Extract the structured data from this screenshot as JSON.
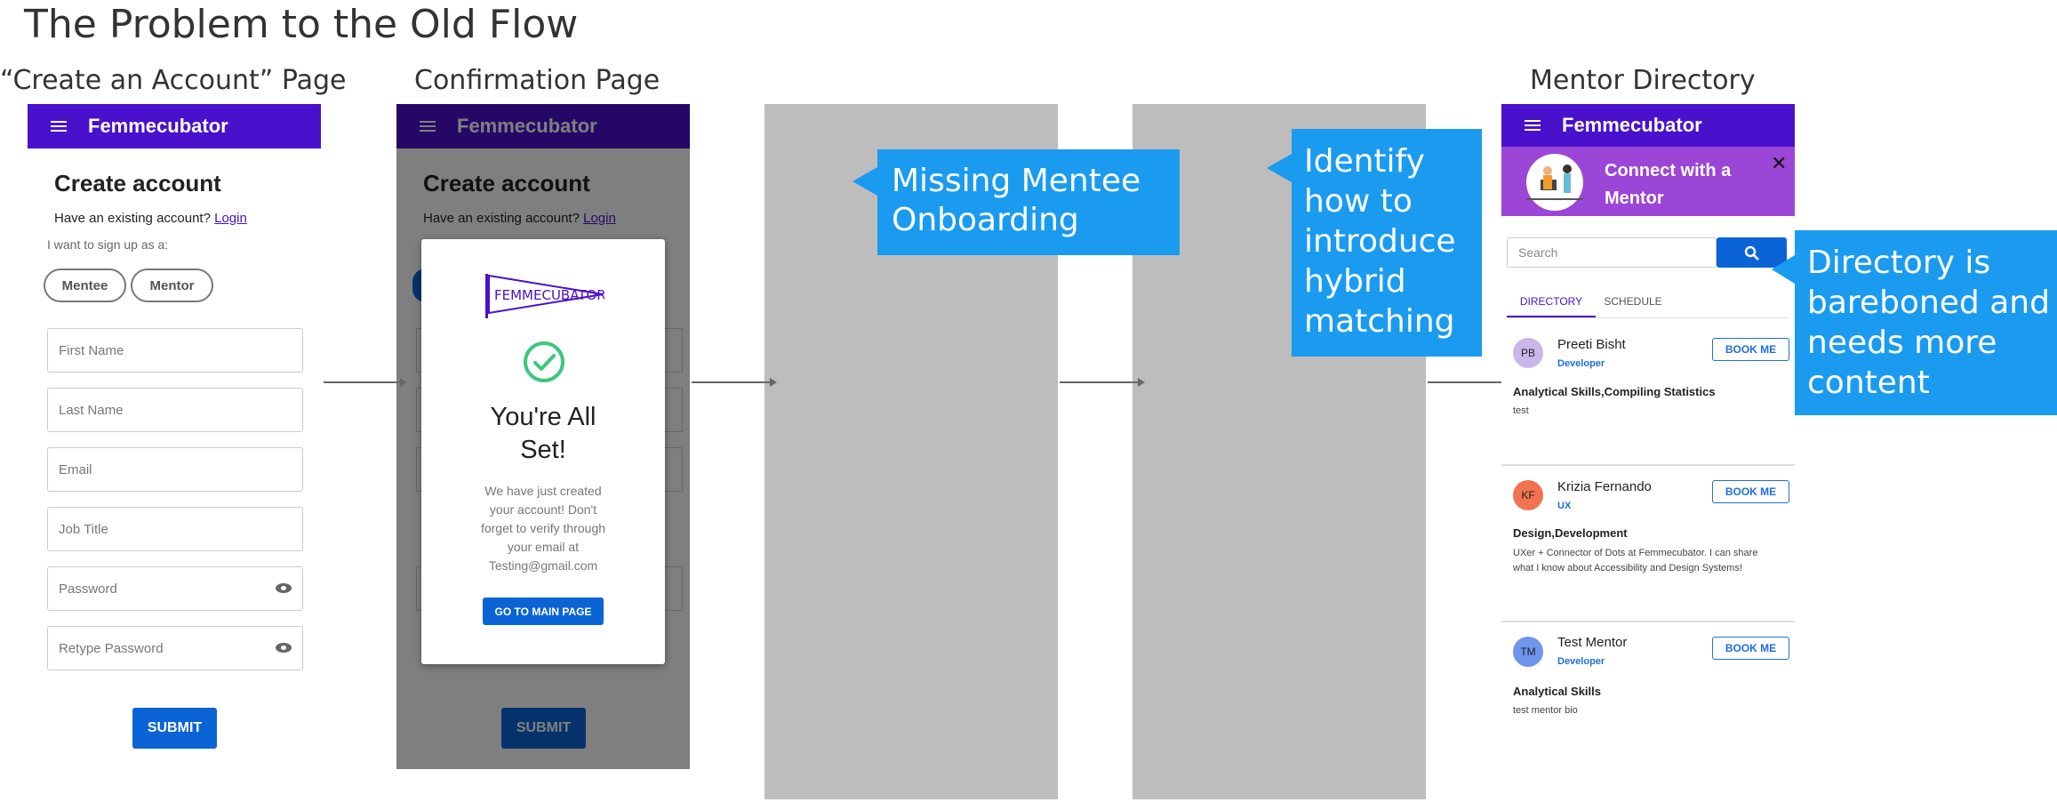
{
  "page_title": "The Problem to the Old Flow",
  "sections": {
    "create_account": "“Create an Account” Page",
    "confirmation": "Confirmation Page",
    "mentor_directory": "Mentor Directory"
  },
  "app": {
    "brand": "Femmecubator"
  },
  "signup": {
    "heading": "Create account",
    "existing_prefix": "Have an existing account?",
    "login_link": "Login",
    "signup_as": "I want to sign up as a:",
    "roles": [
      "Mentee",
      "Mentor"
    ],
    "fields": {
      "first_name": "First Name",
      "last_name": "Last Name",
      "email": "Email",
      "job_title": "Job Title",
      "password": "Password",
      "retype_password": "Retype Password"
    },
    "submit": "SUBMIT"
  },
  "confirmation": {
    "logo_text": "FEMMECUBATOR",
    "title": "You're All Set!",
    "message": "We have just created your account! Don't forget to verify through your email at Testing@gmail.com",
    "button": "GO TO MAIN PAGE"
  },
  "callouts": {
    "onboarding": "Missing Mentee Onboarding",
    "hybrid": "Identify how to introduce hybrid matching",
    "directory": "Directory is bareboned and needs more content"
  },
  "directory": {
    "banner": "Connect with a Mentor",
    "search_placeholder": "Search",
    "tabs": [
      "DIRECTORY",
      "SCHEDULE"
    ],
    "book_label": "BOOK ME",
    "mentors": [
      {
        "initials": "PB",
        "name": "Preeti Bisht",
        "role": "Developer",
        "skills": "Analytical Skills,Compiling Statistics",
        "bio": "test",
        "color": "#cbb6ea"
      },
      {
        "initials": "KF",
        "name": "Krizia Fernando",
        "role": "UX",
        "skills": "Design,Development",
        "bio": "UXer + Connector of Dots at Femmecubator. I can share what I know about Accessibility and Design Systems!",
        "color": "#f27352"
      },
      {
        "initials": "TM",
        "name": "Test Mentor",
        "role": "Developer",
        "skills": "Analytical Skills",
        "bio": "test mentor bio",
        "color": "#6f95ec"
      }
    ]
  },
  "colors": {
    "brand_purple": "#4a11cc",
    "button_blue": "#0a64d6",
    "callout_blue": "#1a9bf0",
    "placeholder_gray": "#bdbdbd"
  }
}
